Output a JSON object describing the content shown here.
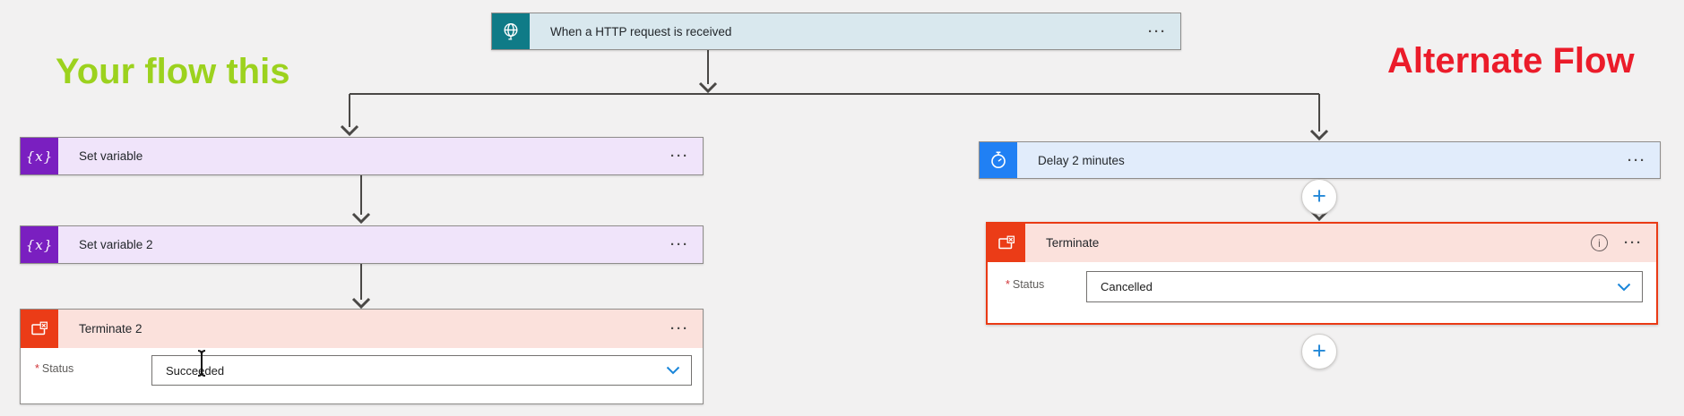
{
  "annotations": {
    "your_flow": {
      "text": "Your flow this",
      "color": "#9cd21e"
    },
    "alternate_flow": {
      "text": "Alternate Flow",
      "color": "#eb1c2a"
    }
  },
  "icons": {
    "ellipsis": "···",
    "plus": "+",
    "info": "i",
    "variable": "{x}"
  },
  "trigger": {
    "title": "When a HTTP request is received",
    "icon": "globe-icon",
    "colors": {
      "icon_bg": "#0f7b87",
      "body_bg": "#d9e8ee"
    }
  },
  "left_branch": {
    "set_variable": {
      "title": "Set variable",
      "colors": {
        "icon_bg": "#7a1fc0",
        "body_bg": "#f0e4fa"
      }
    },
    "set_variable_2": {
      "title": "Set variable 2",
      "colors": {
        "icon_bg": "#7a1fc0",
        "body_bg": "#f0e4fa"
      }
    },
    "terminate_2": {
      "title": "Terminate 2",
      "colors": {
        "icon_bg": "#eb3c17",
        "body_bg": "#fbe1dc"
      },
      "form": {
        "required_mark": "*",
        "label": "Status",
        "value": "Succeeded"
      }
    }
  },
  "right_branch": {
    "delay": {
      "title": "Delay 2 minutes",
      "colors": {
        "icon_bg": "#2080f4",
        "body_bg": "#e1ecfb"
      }
    },
    "terminate": {
      "title": "Terminate",
      "selected": true,
      "colors": {
        "icon_bg": "#eb3c17",
        "body_bg": "#fbe1dc",
        "selection_border": "#ea3a15"
      },
      "form": {
        "required_mark": "*",
        "label": "Status",
        "value": "Cancelled"
      }
    }
  }
}
